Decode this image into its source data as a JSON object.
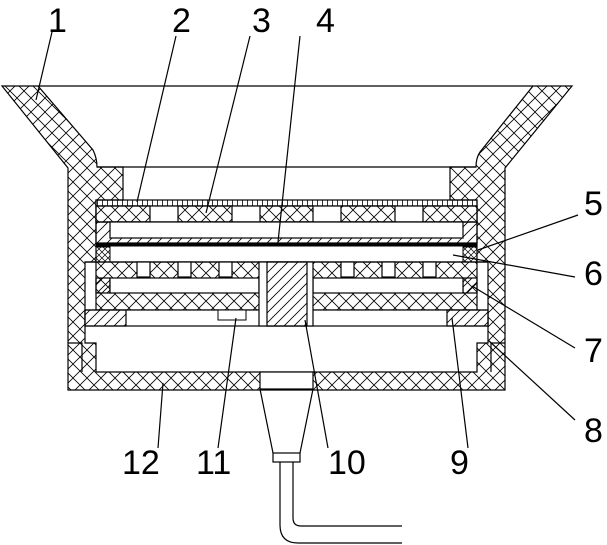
{
  "figure": {
    "callouts": [
      "1",
      "2",
      "3",
      "4",
      "5",
      "6",
      "7",
      "8",
      "9",
      "10",
      "11",
      "12"
    ]
  }
}
